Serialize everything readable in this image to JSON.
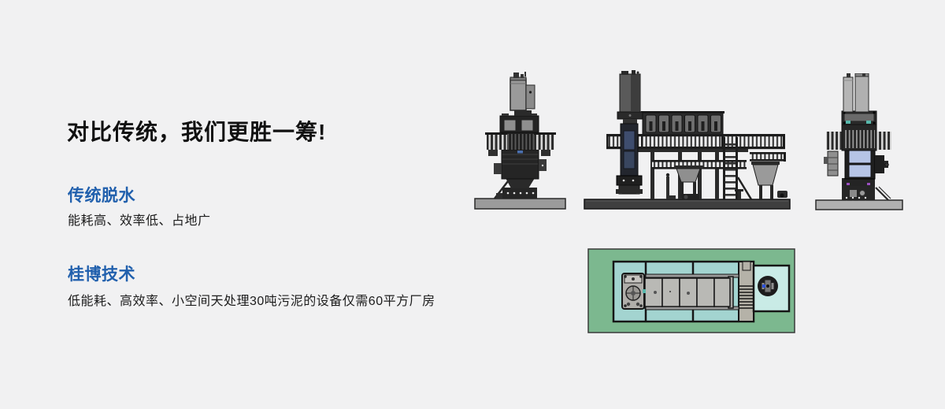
{
  "page": {
    "background_color": "#f1f1f2"
  },
  "headline": {
    "text": "对比传统，我们更胜一筹!",
    "color": "#111111"
  },
  "sections": [
    {
      "title": "传统脱水",
      "description": "能耗高、效率低、占地广"
    },
    {
      "title": "桂博技术",
      "description": "低能耗、高效率、小空间天处理30吨污泥的设备仅需60平方厂房"
    }
  ],
  "accent_color": "#2160ad",
  "figures": {
    "left_elevation_icon": "vertical-dewatering-machine-front-view",
    "middle_elevation_icon": "dewatering-system-side-view",
    "right_elevation_icon": "vertical-dewatering-machine-rear-view",
    "plan_view_icon": "dewatering-system-floor-plan",
    "plan_colors": {
      "floor_green": "#7cb88f",
      "inner_teal": "#a3d4d0",
      "tank_cyan": "#c9ebe6",
      "walkway_tan": "#b5b2a8"
    },
    "machine_colors": {
      "dark_body": "#242424",
      "steel_gray": "#9a9a9a",
      "navy_panel": "#3e4d6e",
      "periwinkle_panel": "#b6c4e6",
      "purple_accent": "#9b4fc0",
      "teal_accent": "#57b8ac"
    }
  }
}
